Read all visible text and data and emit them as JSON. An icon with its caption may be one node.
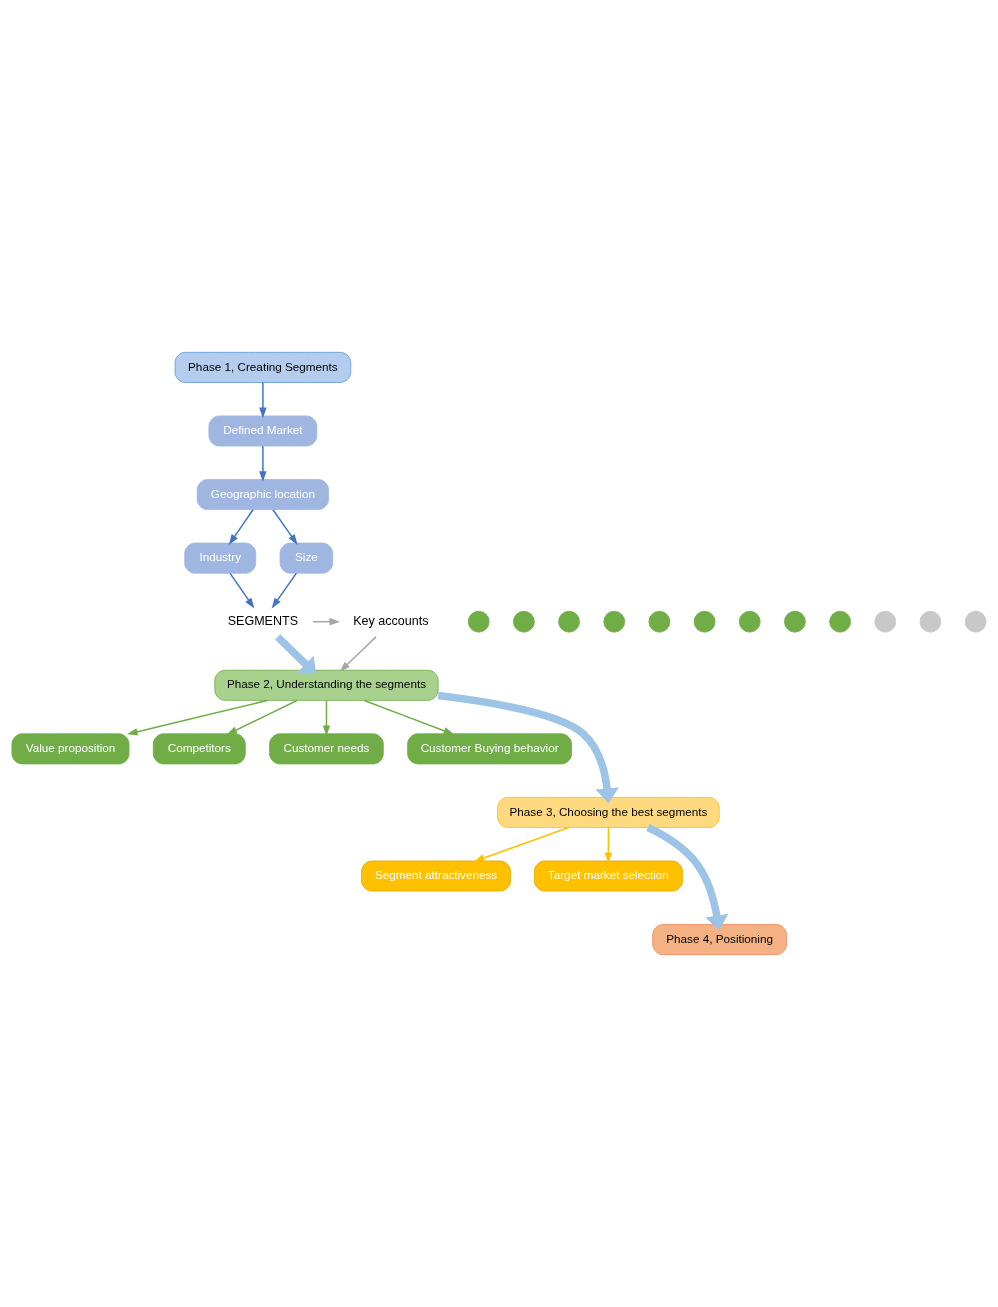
{
  "diagram": {
    "nodes": [
      {
        "text": [
          "Phase 1, Creating Segments"
        ]
      },
      {
        "text": [
          "Defined Market"
        ]
      },
      {
        "text": [
          "Geographic location"
        ]
      },
      {
        "text": [
          "Industry"
        ]
      },
      {
        "text": [
          "Size"
        ]
      },
      {
        "text": [
          "SEGMENTS"
        ]
      },
      {
        "text": [],
        "shape": "circle"
      },
      {
        "text": [],
        "shape": "circle"
      },
      {
        "text": [],
        "shape": "circle"
      },
      {
        "text": [],
        "shape": "circle"
      },
      {
        "text": [],
        "shape": "circle"
      },
      {
        "text": [],
        "shape": "circle"
      },
      {
        "text": [],
        "shape": "circle"
      },
      {
        "text": [],
        "shape": "circle"
      },
      {
        "text": [],
        "shape": "circle"
      },
      {
        "text": [
          "Key accounts"
        ]
      },
      {
        "text": [],
        "shape": "circle"
      },
      {
        "text": [],
        "shape": "circle"
      },
      {
        "text": [],
        "shape": "circle"
      },
      {
        "text": [
          "Phase 2, Understanding the segments"
        ]
      },
      {
        "text": [
          "Value proposition"
        ]
      },
      {
        "text": [
          "Competitors"
        ]
      },
      {
        "text": [
          "Customer needs"
        ]
      },
      {
        "text": [
          "Customer Buying behavior"
        ]
      },
      {
        "text": [
          "Phase 3, Choosing the best segments"
        ]
      },
      {
        "text": [
          "Segment attractiveness"
        ]
      },
      {
        "text": [
          "Target market selection"
        ]
      },
      {
        "text": [
          "Phase 4, Positioning"
        ]
      }
    ],
    "edges": [
      {
        "from": 0,
        "to": 1,
        "arrow": "to",
        "color": "#4472c4"
      },
      {
        "from": 1,
        "to": 2,
        "arrow": "to",
        "color": "#4472c4"
      },
      {
        "from": 2,
        "to": 3,
        "arrow": "to",
        "color": "#4472c4"
      },
      {
        "from": 2,
        "to": 4,
        "arrow": "to",
        "color": "#4472c4"
      },
      {
        "from": 3,
        "to": 5,
        "arrow": "to",
        "color": "#4472c4"
      },
      {
        "from": 4,
        "to": 5,
        "arrow": "to",
        "color": "#4472c4"
      },
      {
        "from": 5,
        "to": 15,
        "arrow": "to",
        "color": "#a6a6a6"
      },
      {
        "from": 15,
        "to": 19,
        "arrow": "to",
        "color": "#a6a6a6"
      },
      {
        "from": 5,
        "to": 19,
        "arrow": "to",
        "style": "thick",
        "color": "#9dc3e6"
      },
      {
        "from": 19,
        "to": 20,
        "arrow": "to",
        "color": "#70ad47"
      },
      {
        "from": 19,
        "to": 21,
        "arrow": "to",
        "color": "#70ad47"
      },
      {
        "from": 19,
        "to": 22,
        "arrow": "to",
        "color": "#70ad47"
      },
      {
        "from": 19,
        "to": 23,
        "arrow": "to",
        "color": "#70ad47"
      },
      {
        "from": 19,
        "to": 24,
        "arrow": "to",
        "style": "thick",
        "color": "#9dc3e6"
      },
      {
        "from": 24,
        "to": 25,
        "arrow": "to",
        "color": "#ffc000"
      },
      {
        "from": 24,
        "to": 26,
        "arrow": "to",
        "color": "#ffc000"
      },
      {
        "from": 24,
        "to": 27,
        "arrow": "to",
        "style": "thick",
        "color": "#9dc3e6"
      }
    ]
  }
}
